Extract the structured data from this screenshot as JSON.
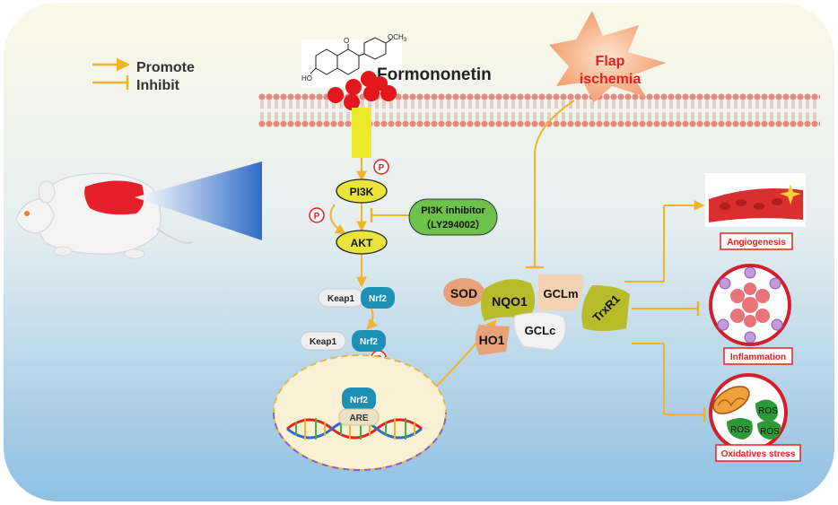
{
  "legend": {
    "promote": "Promote",
    "inhibit": "Inhibit"
  },
  "drug": {
    "name": "Formononetin",
    "och3": "OCH",
    "och3_sub": "3",
    "ho": "HO",
    "oxo": "O"
  },
  "ischemia": {
    "line1": "Flap",
    "line2": "ischemia"
  },
  "phospho": "P",
  "pathway": {
    "pi3k": "PI3K",
    "akt": "AKT",
    "keap1": "Keap1",
    "nrf2": "Nrf2",
    "are": "ARE"
  },
  "inhibitor": {
    "line1": "PI3K inhibitor",
    "line2": "（LY294002）"
  },
  "enzymes": {
    "sod": "SOD",
    "nqo1": "NQO1",
    "gclm": "GCLm",
    "ho1": "HO1",
    "gclc": "GCLc",
    "trxr1": "TrxR1"
  },
  "outcomes": {
    "angiogenesis": "Angiogenesis",
    "inflammation": "Inflammation",
    "oxidative": "Oxidatives stress"
  },
  "ros": {
    "label": "ROS"
  },
  "colors": {
    "arrow": "#f0b429",
    "red_label": "#e8201f",
    "pathway_yellow": "#e8e43a",
    "nrf2_teal": "#1e8fb5",
    "enzyme_olive": "#b8bb2a",
    "enzyme_peach": "#e8a27a",
    "ros_green": "#2d9a3a"
  }
}
